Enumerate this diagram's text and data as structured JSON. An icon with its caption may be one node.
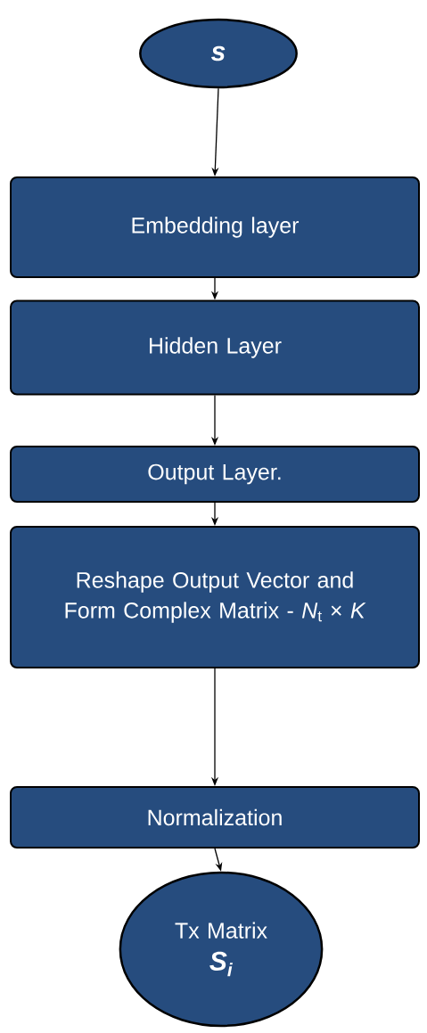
{
  "diagram": {
    "nodes": [
      {
        "text": [
          "s"
        ]
      },
      {
        "text": [
          "Embedding layer"
        ]
      },
      {
        "text": [
          "Hidden Layer"
        ]
      },
      {
        "text": [
          "Output Layer."
        ]
      },
      {
        "text": [
          "Reshape Output Vector and Form Complex Matrix - *N*$_{t}$ × *K*"
        ]
      },
      {
        "text": [
          "Normalization"
        ]
      },
      {
        "text": [
          "Tx Matrix",
          "S$_{i}$"
        ]
      }
    ],
    "edges": [
      {
        "from": 0,
        "to": 1,
        "arrow": "to"
      },
      {
        "from": 1,
        "to": 2,
        "arrow": "to"
      },
      {
        "from": 2,
        "to": 3,
        "arrow": "to"
      },
      {
        "from": 3,
        "to": 4,
        "arrow": "to"
      },
      {
        "from": 4,
        "to": 5,
        "arrow": "to"
      },
      {
        "from": 5,
        "to": 6,
        "arrow": "to"
      }
    ]
  }
}
